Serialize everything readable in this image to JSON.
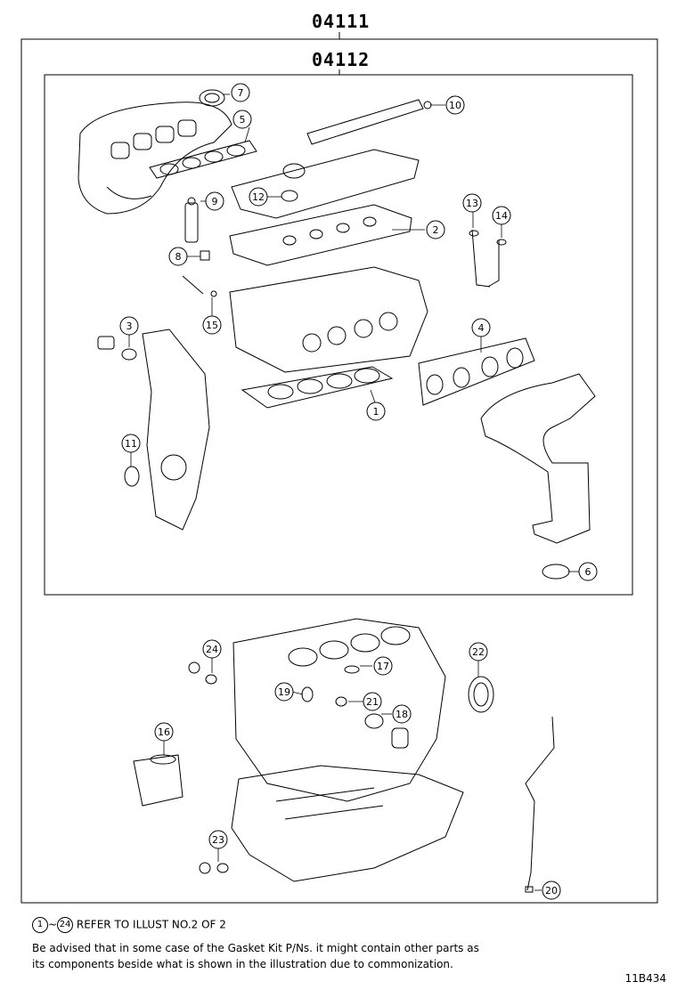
{
  "outer_kit": {
    "label": "04111"
  },
  "inner_kit": {
    "label": "04112"
  },
  "callouts": [
    {
      "num": "1"
    },
    {
      "num": "2"
    },
    {
      "num": "3"
    },
    {
      "num": "4"
    },
    {
      "num": "5"
    },
    {
      "num": "6"
    },
    {
      "num": "7"
    },
    {
      "num": "8"
    },
    {
      "num": "9"
    },
    {
      "num": "10"
    },
    {
      "num": "11"
    },
    {
      "num": "12"
    },
    {
      "num": "13"
    },
    {
      "num": "14"
    },
    {
      "num": "15"
    },
    {
      "num": "16"
    },
    {
      "num": "17"
    },
    {
      "num": "18"
    },
    {
      "num": "19"
    },
    {
      "num": "20"
    },
    {
      "num": "21"
    },
    {
      "num": "22"
    },
    {
      "num": "23"
    },
    {
      "num": "24"
    }
  ],
  "notes": {
    "range_start": "1",
    "range_sep": "~",
    "range_end": "24",
    "reference": "REFER TO ILLUST NO.2 OF 2",
    "advisory_line1": "Be advised that in some case of the Gasket Kit P/Ns.  it might contain other parts as",
    "advisory_line2": "its components beside what is shown in the illustration due to commonization."
  },
  "figure_id": "11B434"
}
